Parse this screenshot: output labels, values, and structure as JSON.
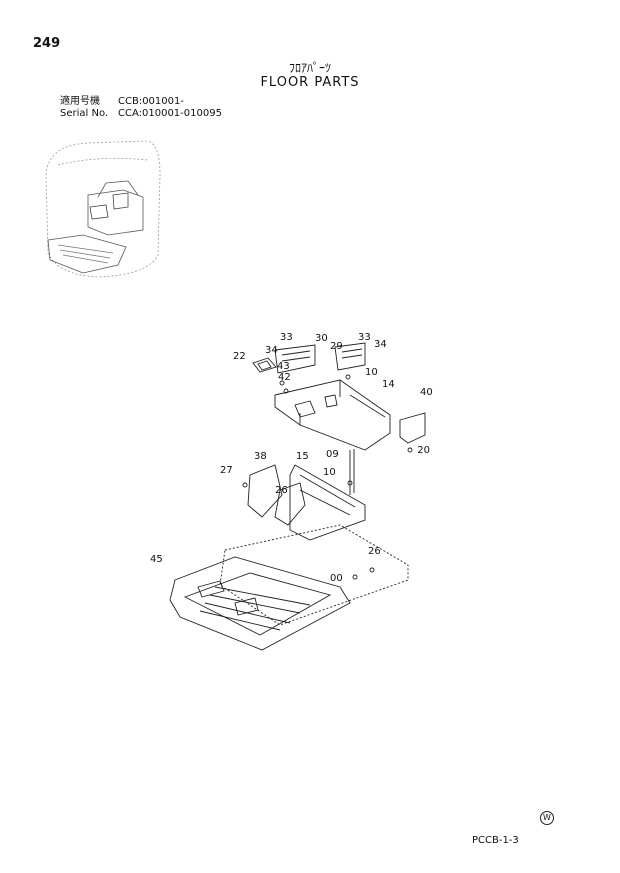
{
  "page": {
    "number": "249"
  },
  "title": {
    "japanese": "ﾌﾛｱﾊﾟｰﾂ",
    "english": "FLOOR PARTS"
  },
  "applicability": {
    "model_label": "適用号機",
    "model_value": "CCB:001001-",
    "serial_label": "Serial No.",
    "serial_value": "CCA:010001-010095"
  },
  "callouts": [
    "33",
    "34",
    "30",
    "29",
    "33",
    "34",
    "22",
    "43",
    "42",
    "10",
    "14",
    "40",
    "20",
    "09",
    "38",
    "27",
    "15",
    "10",
    "26",
    "26",
    "45",
    "00"
  ],
  "mark": "W",
  "footer": {
    "code": "PCCB-1-3"
  }
}
